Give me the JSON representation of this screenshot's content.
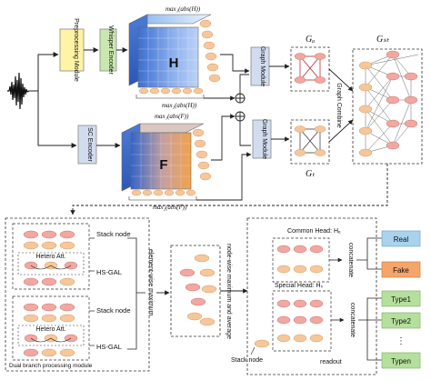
{
  "colors": {
    "preprocessing": "#fff4a6",
    "whisper": "#c9e8b0",
    "graph_module": "#d2dcef",
    "sc_encoder": "#d2dcef",
    "node_pink": "#f2a7a1",
    "node_orange": "#f6c79a",
    "real": "#a9d2ef",
    "fake": "#f5a56a",
    "type": "#b5df9c",
    "arrow": "#222222"
  },
  "top": {
    "preprocessing_label": "Preprocessing Module",
    "whisper_label": "Whisper Encoder",
    "sc_label": "SC Encoder",
    "tensor_h_label": "H",
    "tensor_f_label": "F",
    "max_h_top": "max₁(abs(H))",
    "max_h_bottom": "max₂(abs(H))",
    "max_f_top": "max₁(abs(F))",
    "max_f_bottom": "max₂(abs(F))",
    "graph_module_1": "Graph Module",
    "graph_module_2": "Graph Module",
    "g_a": "Gₐ",
    "g_t": "Gₜ",
    "g_st": "Gₛₜ",
    "graph_combine": "Graph Combine",
    "sum_symbol": "⊕"
  },
  "bottom": {
    "stack_node_1": "Stack node",
    "stack_node_2": "Stack node",
    "hetero_att_1": "Hetero Att.",
    "hetero_att_2": "Hetero Att.",
    "hsgal_1": "HS-GAL",
    "hsgal_2": "HS-GAL",
    "dual_branch": "Dual branch processing module",
    "elementwise": "element-wise maximum",
    "nodewise": "node-wise maximum and average",
    "common_head": "Common Head: Hₑ",
    "special_head": "Special Head: Hₛ",
    "concatenate_1": "concatenate",
    "concatenate_2": "concatenate",
    "readout": "readout",
    "stack_node_bottom": "Stack node",
    "outputs": [
      "Real",
      "Fake",
      "Type1",
      "Type2",
      "Typen"
    ],
    "vdots": "⋮"
  }
}
